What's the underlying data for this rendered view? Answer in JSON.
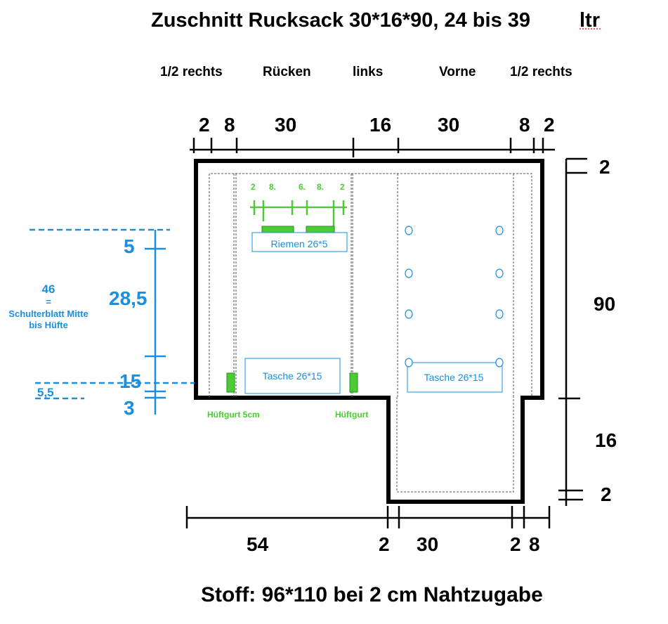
{
  "title": "Zuschnitt Rucksack 30*16*90, 24 bis 39",
  "title_suffix": "ltr",
  "sections": {
    "half_right_left": "1/2 rechts",
    "back": "Rücken",
    "left": "links",
    "front": "Vorne",
    "half_right_right": "1/2 rechts"
  },
  "top_dims": [
    "2",
    "8",
    "30",
    "16",
    "30",
    "8",
    "2"
  ],
  "right_dims": [
    "2",
    "90",
    "16",
    "2"
  ],
  "bottom_dims": [
    "54",
    "2",
    "30",
    "2",
    "8"
  ],
  "left_dims": {
    "d5": "5",
    "d28_5": "28,5",
    "d15": "15",
    "d5_5": "5,5",
    "d3": "3"
  },
  "left_note": {
    "value": "46",
    "equals": "=",
    "line1": "Schulterblatt Mitte",
    "line2": "bis Hüfte"
  },
  "strap_dims": [
    "2",
    "8.",
    "6.",
    "8.",
    "2"
  ],
  "labels": {
    "strap": "Riemen 26*5",
    "pocket_back": "Tasche 26*15",
    "pocket_front": "Tasche 26*15",
    "hip_belt_left": "Hüftgurt 5cm",
    "hip_belt_right": "Hüftgurt"
  },
  "footer": "Stoff:  96*110 bei 2 cm Nahtzugabe",
  "colors": {
    "outline": "#000000",
    "measure_blue": "#1a8fe0",
    "strap_green": "#4ccc33",
    "seam_dash": "#555555"
  }
}
